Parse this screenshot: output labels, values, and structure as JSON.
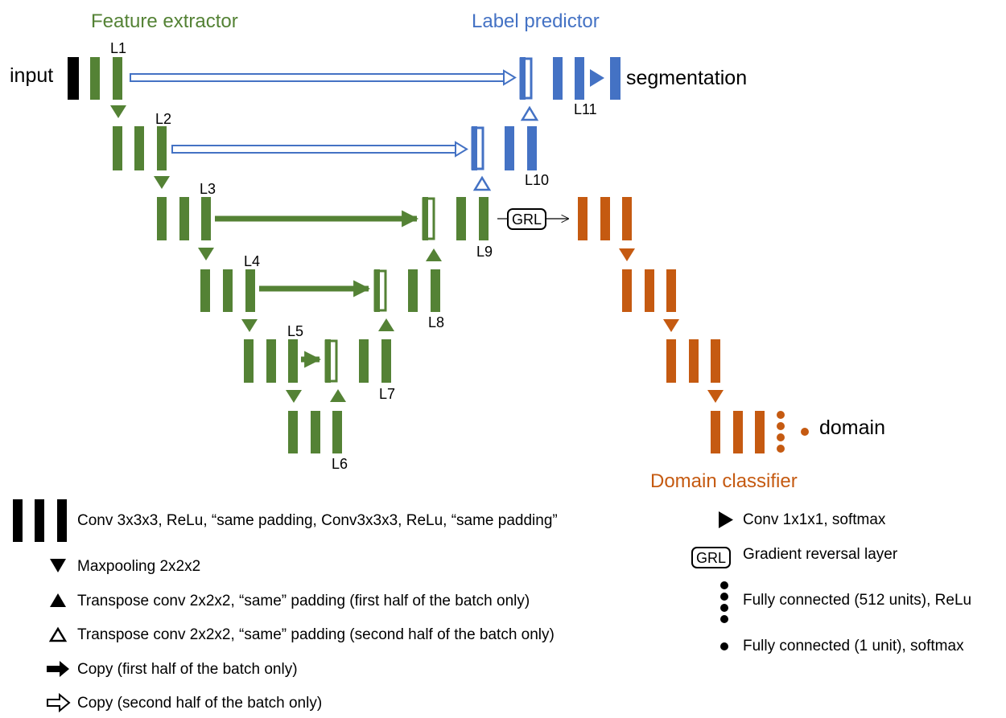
{
  "colors": {
    "green": "#548235",
    "blue": "#4472C4",
    "orange": "#C55A11",
    "black": "#000000"
  },
  "section_titles": {
    "feature_extractor": "Feature extractor",
    "label_predictor": "Label predictor",
    "domain_classifier": "Domain classifier"
  },
  "io_labels": {
    "input": "input",
    "segmentation": "segmentation",
    "domain": "domain"
  },
  "layers": {
    "L1": "L1",
    "L2": "L2",
    "L3": "L3",
    "L4": "L4",
    "L5": "L5",
    "L6": "L6",
    "L7": "L7",
    "L8": "L8",
    "L9": "L9",
    "L10": "L10",
    "L11": "L11"
  },
  "grl": "GRL",
  "legend": {
    "conv_block": "Conv 3x3x3, ReLu, “same padding, Conv3x3x3, ReLu, “same padding”",
    "maxpool": "Maxpooling 2x2x2",
    "transpose_first": "Transpose conv 2x2x2, “same” padding (first half of the batch only)",
    "transpose_second": "Transpose conv 2x2x2, “same” padding (second half of the batch only)",
    "copy_first": "Copy (first half of the batch only)",
    "copy_second": "Copy (second half of the batch only)",
    "conv_softmax": "Conv 1x1x1, softmax",
    "grl_desc": "Gradient reversal layer",
    "fc_512": "Fully connected (512 units), ReLu",
    "fc_1": "Fully connected (1 unit), softmax"
  }
}
